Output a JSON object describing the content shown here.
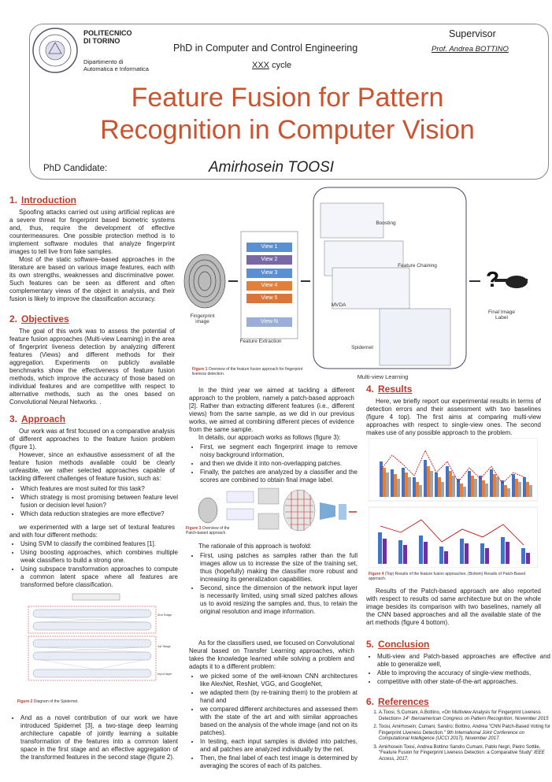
{
  "header": {
    "university": [
      "POLITECNICO",
      "DI TORINO"
    ],
    "department": [
      "Dipartimento di",
      "Automatica e Informatica"
    ],
    "program": "PhD in Computer and Control Engineering",
    "cycle_num": "XXX",
    "cycle_word": "cycle",
    "supervisor_label": "Supervisor",
    "supervisor_name": "Prof. Andrea BOTTINO",
    "title_line1": "Feature Fusion for Pattern",
    "title_line2": "Recognition in Computer Vision",
    "candidate_label": "PhD Candidate:",
    "candidate_name": "Amirhosein TOOSI"
  },
  "colors": {
    "accent": "#c9542f",
    "heading": "#c0392b",
    "view_blue": "#5b8fd4",
    "view_purple": "#7a68a6",
    "view_orange": "#e0803a"
  },
  "sections": {
    "intro": {
      "num": "1.",
      "title": "Introduction",
      "p1": "Spoofing attacks carried out using artificial replicas are a severe threat for fingerprint based biometric systems and, thus, require the development of effective countermeasures. One possible protection method is to implement software modules that analyze fingerprint images to tell live from fake samples.",
      "p2": "Most of the static software–based approaches in the literature are based on various image features, each with its own strengths, weaknesses and discriminative power. Such features can be seen as different and often complementary views of the object in analysis, and their fusion is likely to improve the classification accuracy."
    },
    "objectives": {
      "num": "2.",
      "title": "Objectives",
      "p1": "The goal of this work was to assess the potential of feature fusion approaches (Multi-view Learning) in the area of fingerprint liveness detection by analyzing different features (Views) and different methods for their aggregation. Experiments on publicly available benchmarks show the effectiveness of feature fusion methods, which improve the accuracy of those based on individual features and are competitive with respect to alternative methods, such as the ones based on Convolutional Neural Networks. ."
    },
    "approach": {
      "num": "3.",
      "title": "Approach",
      "p1": "Our work was at first focused on a comparative analysis of different approaches to the feature fusion problem (figure 1).",
      "p2": "However, since an exhaustive assessment of all the feature fusion methods available could be clearly unfeasible, we rather selected approaches capable of tackling different challenges of feature fusion, such as:",
      "q": [
        "Which features are most suited for this task?",
        "Which strategy is most promising between feature level fusion or decision level fusion?",
        "Which data reduction strategies are more effective?"
      ],
      "p3": "we experimented with a large set of textural features and with four different methods:",
      "m": [
        "Using SVM to classify the combined features [1].",
        "Using boosting approaches, which combines multiple weak classifiers to build a strong one.",
        "Using subspace transformation approaches to compute a common latent space where all features are transformed before classification."
      ],
      "spide": [
        "And as a novel contribution of our work we have introduced Spidernet [3], a two-stage deep learning architecture capable of jointly learning a suitable transformation of the features into a common latent space in the first stage and an effective aggregation of the transformed features in the second stage (figure 2)."
      ]
    },
    "mid": {
      "p1": "In the third year we aimed at tackling a different approach to the problem, namely a patch-based approach [2]. Rather than extracting different features (i.e., different views) from the same sample, as we did in our previous works, we aimed at combining different pieces of evidence from the same sample.",
      "p2": "In details, our approach works as follows (figure 3):",
      "steps": [
        "First, we segment each fingerprint image to remove noisy background information,",
        "and then we divide it into non-overlapping patches.",
        "Finally, the patches are analyzed by a classifier and the scores are combined to obtain final image label."
      ],
      "p3": "The rationale of this approach is twofold:",
      "why": [
        "First, using patches as samples rather than the full images allow us to increase the size of the training set, thus (hopefully) making the classifier more robust and increasing its generalization capabilities.",
        "Second, since the dimension of the network input layer is necessarily limited, using small sized patches allows us to avoid resizing the samples and, thus, to retain the original resolution and image information."
      ],
      "p4": "As for the classifiers used, we focused on Convolutional Neural based on Transfer Learning approaches, which takes the knowledge learned while solving a problem and adapts it to a different problem:",
      "cnn": [
        "we picked some of the well-known CNN architectures like AlexNet, ResNet, VGG, and GoogleNet,",
        "we adapted them (by re-training them) to the problem at hand and",
        "we compared different architectures and assessed them with the state of the art and with similar approaches based on the analysis of the whole image (and not on its patches).",
        "In testing, each input samples is divided into patches, and all patches are analyzed individually by the net.",
        "Then, the final label of each test image is determined by averaging the scores of each of its patches."
      ]
    },
    "results": {
      "num": "4.",
      "title": "Results",
      "p1": "Here, we briefly report our experimental results in terms of detection errors and their assessment with two baselines (figure 4 top). The first aims at comparing multi-view approaches with respect to single-view ones. The second makes use of any possible approach to the problem.",
      "p2": "Results of the Patch-based approach are also reported with respect to results od same architecture but on the whole image besides its comparison with two baselines, namely all the CNN based approaches and all the available state of the art methods (figure 4 bottom)."
    },
    "conclusion": {
      "num": "5.",
      "title": "Conclusion",
      "items": [
        "Multi-view and Patch-based approaches are effective and able to generalize well,",
        "Able to improving the accuracy of single-view methods,",
        "competitive with other state-of-the-art approaches."
      ]
    },
    "references": {
      "num": "6.",
      "title": "References",
      "items": [
        {
          "a": "A.Toosi, S.Cumani, A.Bottino, «On Multiview Analysis for Fingerprint Liveness Detection» ",
          "b": "14° Iberoamerican Congress on Pattern Recognition, November 2015"
        },
        {
          "a": "Toosi, Amirhosein; Cumani, Sandro; Bottino, Andrea \"CNN Patch-Based Voting for Fingerprint Liveness Detection.\" ",
          "b": "9th International Joint Conference on Computational Intelligence (IJCCI 2017), November 2017."
        },
        {
          "a": "Amirhosein Toosi, Andrea Bottino Sandro Cumani, Pablo Negri, Pietro Sottile, \"Feature Fusion for Fingerprint Liveness Detection: a Comparative Study\" ",
          "b": "IEEE Access, 2017."
        }
      ]
    }
  },
  "figures": {
    "fig1": {
      "num": "Figure 1",
      "caption": "Overview of the feature fusion approach for fingerprint liveness detection.",
      "views": [
        "View 1",
        "View 2",
        "View 3",
        "View 4",
        "View 5",
        "View N"
      ],
      "labels": {
        "fingerprint": "Fingerprint image",
        "extraction": "Feature Extraction",
        "boosting": "Boosting",
        "chaining": "Feature Chaining",
        "mvda": "MVDA",
        "spidernet": "Spidernet",
        "multiview": "Multi-view Learning",
        "final": "Final Image Label",
        "question": "?"
      }
    },
    "fig2": {
      "num": "Figure 2",
      "caption": "Diagram of the Spidernet."
    },
    "fig3": {
      "num": "Figure 3",
      "caption": "Overview of the Patch-based approach."
    },
    "fig4": {
      "num": "Figure 4",
      "caption": "(Top) Results of the feature fusion approaches. (Bottom) Results of Patch-Based approach."
    }
  }
}
